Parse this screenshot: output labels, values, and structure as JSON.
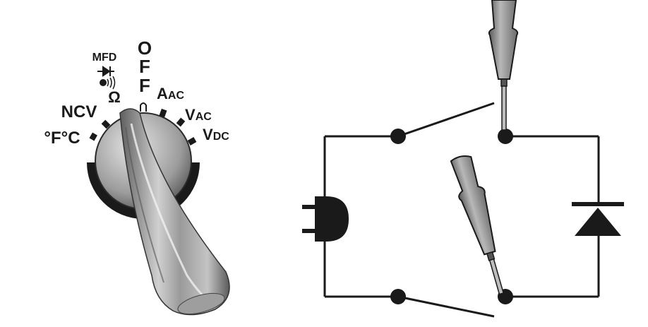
{
  "dial": {
    "labels": {
      "off_o": "O",
      "off_f1": "F",
      "off_f2": "F",
      "mfd": "MFD",
      "ohm": "Ω",
      "ncv": "NCV",
      "temp": "°F°C",
      "amps_main": "A",
      "amps_sub": "AC",
      "vac_main": "V",
      "vac_sub": "AC",
      "vdc_main": "V",
      "vdc_sub": "DC"
    },
    "selected_position": "Ω"
  },
  "circuit": {
    "components": [
      "switch",
      "switch",
      "diode",
      "plug"
    ],
    "probes": 2
  },
  "colors": {
    "ink": "#1a1a1a",
    "knob_light": "#c8c8c8",
    "knob_dark": "#6f6f6f",
    "probe": "#8a8a8a"
  }
}
